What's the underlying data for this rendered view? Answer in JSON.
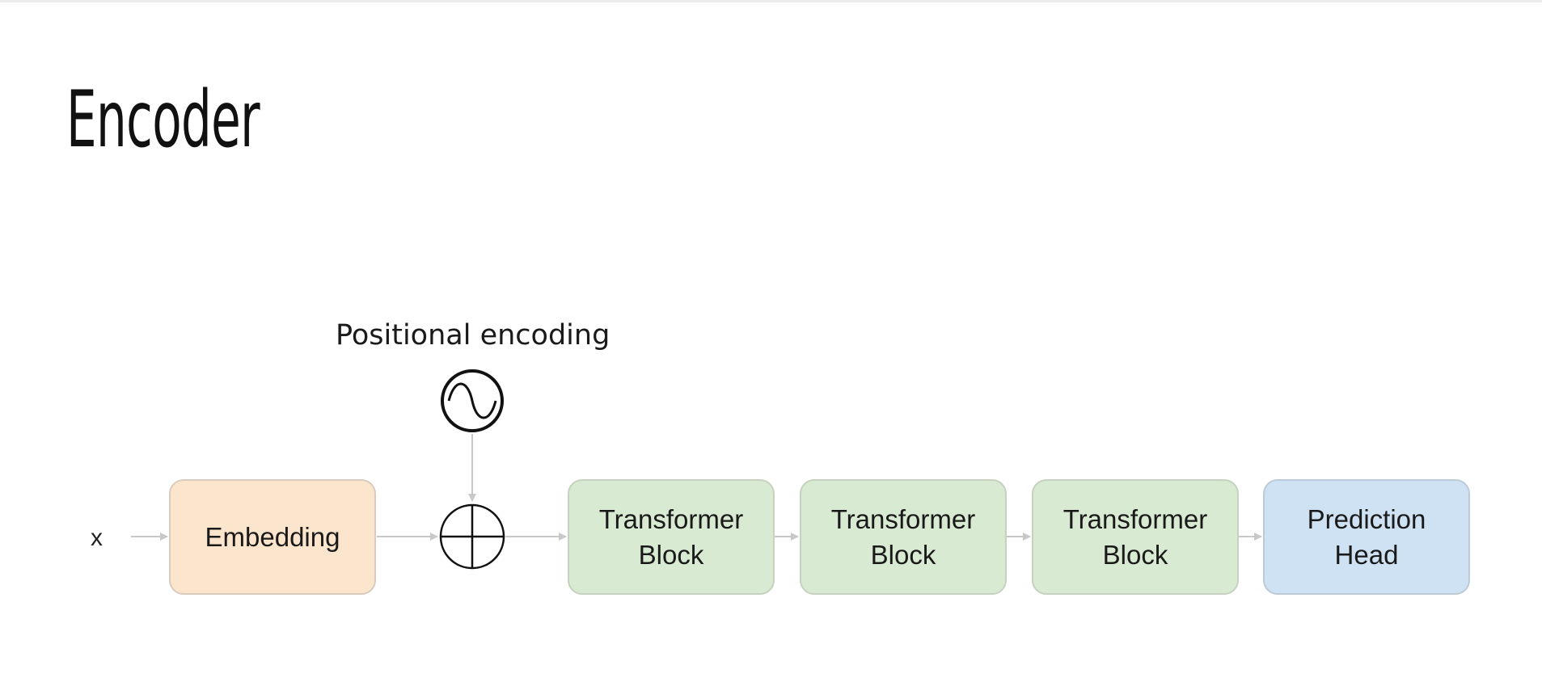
{
  "slide": {
    "title": "Encoder"
  },
  "diagram": {
    "input_label": "x",
    "positional_encoding_label": "Positional encoding",
    "blocks": {
      "embedding": {
        "label": "Embedding",
        "color": "#fce5cd"
      },
      "transformer_1": {
        "line1": "Transformer",
        "line2": "Block",
        "color": "#d9ead3"
      },
      "transformer_2": {
        "line1": "Transformer",
        "line2": "Block",
        "color": "#d9ead3"
      },
      "transformer_3": {
        "line1": "Transformer",
        "line2": "Block",
        "color": "#d9ead3"
      },
      "prediction_head": {
        "line1": "Prediction",
        "line2": "Head",
        "color": "#cfe2f3"
      }
    },
    "icons": {
      "positional_encoding": "sine-wave-circle-icon",
      "add_operator": "circled-plus-icon"
    },
    "connector_color": "#c8c8c8"
  }
}
